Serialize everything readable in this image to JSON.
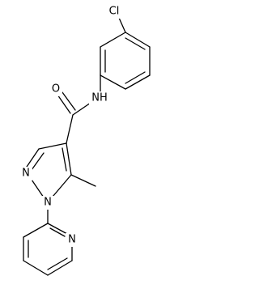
{
  "molecule": {
    "atoms": {
      "cl": "Cl",
      "o": "O",
      "nh": "NH",
      "n_pyrazole_1": "N",
      "n_pyrazole_2": "N",
      "n_pyridine": "N"
    },
    "colors": {
      "bond": "#000000",
      "label": "#000000",
      "background": "#ffffff"
    }
  }
}
